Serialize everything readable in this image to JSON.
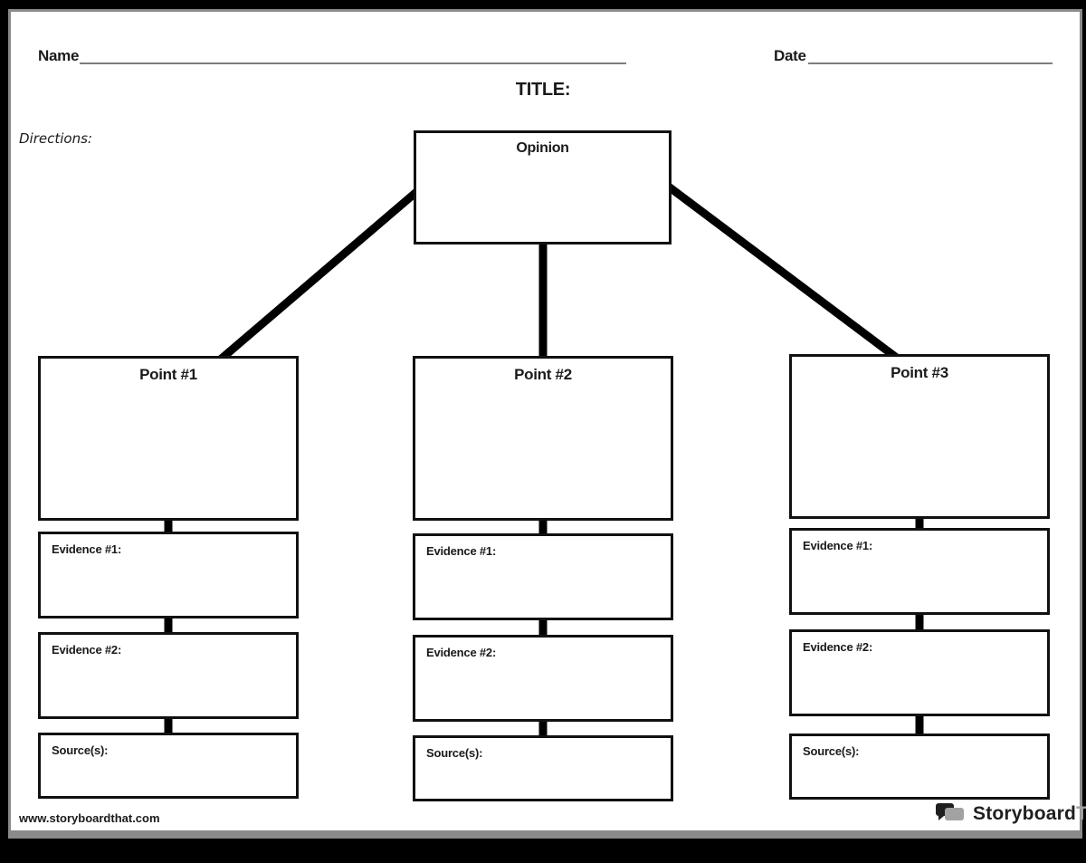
{
  "header": {
    "name_label": "Name",
    "date_label": "Date",
    "title": "TITLE:",
    "directions_label": "Directions:"
  },
  "diagram": {
    "root": {
      "label": "Opinion"
    },
    "columns": [
      {
        "point": "Point #1",
        "evidence1": "Evidence #1:",
        "evidence2": "Evidence #2:",
        "sources": "Source(s):"
      },
      {
        "point": "Point #2",
        "evidence1": "Evidence #1:",
        "evidence2": "Evidence #2:",
        "sources": "Source(s):"
      },
      {
        "point": "Point #3",
        "evidence1": "Evidence #1:",
        "evidence2": "Evidence #2:",
        "sources": "Source(s):"
      }
    ]
  },
  "footer": {
    "site_url": "www.storyboardthat.com",
    "brand_primary": "Storyboard",
    "brand_secondary": "That",
    "brand_icon": "speech-bubbles-icon"
  },
  "colors": {
    "connector": "#000000",
    "box_border": "#111111",
    "page_border": "#8a8a8a",
    "text": "#1a1a1a",
    "brand_gray": "#a2a2a2",
    "write_line": "#7d7d7d"
  }
}
